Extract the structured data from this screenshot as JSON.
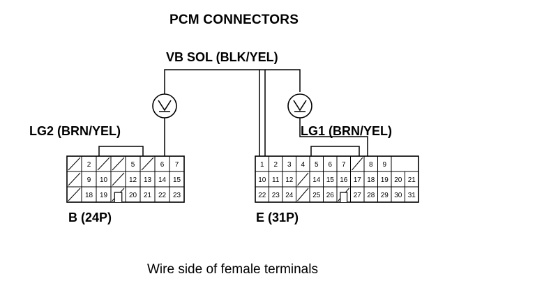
{
  "diagram": {
    "title": "PCM CONNECTORS",
    "wire_label": "VB SOL (BLK/YEL)",
    "left_wire_label": "LG2 (BRN/YEL)",
    "right_wire_label": "LG1 (BRN/YEL)",
    "caption": "Wire side of female terminals",
    "connector_b": {
      "label": "B (24P)",
      "rows": [
        [
          "",
          "2",
          "",
          "",
          "5",
          "",
          "6",
          "7"
        ],
        [
          "",
          "9",
          "10",
          "",
          "12",
          "13",
          "14",
          "15"
        ],
        [
          "",
          "18",
          "19",
          "",
          "20",
          "21",
          "22",
          "23"
        ]
      ]
    },
    "connector_e": {
      "label": "E (31P)",
      "rows": [
        [
          "1",
          "2",
          "3",
          "4",
          "5",
          "6",
          "7",
          "",
          "8",
          "9"
        ],
        [
          "10",
          "11",
          "12",
          "",
          "14",
          "15",
          "16",
          "17",
          "18",
          "19",
          "20",
          "21"
        ],
        [
          "22",
          "23",
          "24",
          "",
          "25",
          "26",
          "",
          "27",
          "28",
          "29",
          "30",
          "31"
        ]
      ]
    }
  }
}
